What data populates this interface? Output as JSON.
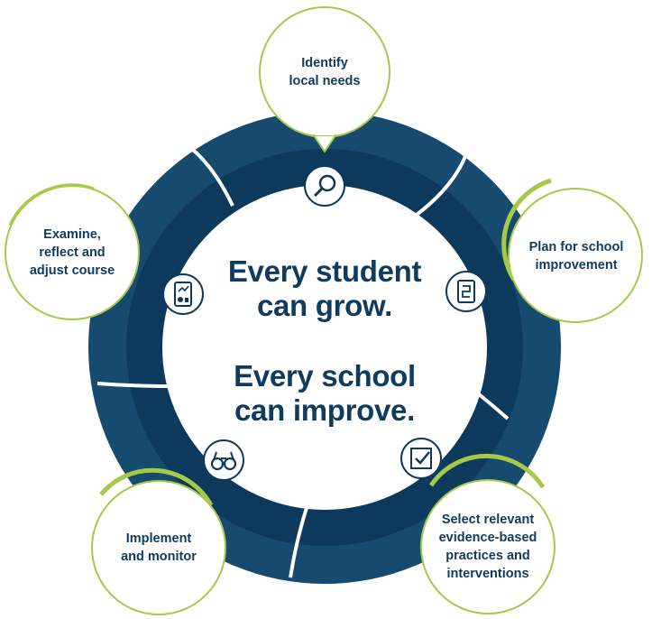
{
  "center": {
    "line1": "Every student",
    "line2": "can grow.",
    "line3": "Every school",
    "line4": "can improve."
  },
  "stages": [
    {
      "label": "Identify\nlocal needs",
      "icon": "magnifying-glass-icon"
    },
    {
      "label": "Plan for school\nimprovement",
      "icon": "flowchart-plan-icon"
    },
    {
      "label": "Select relevant\nevidence-based\npractices and\ninterventions",
      "icon": "checkbox-check-icon"
    },
    {
      "label": "Implement\nand monitor",
      "icon": "binoculars-icon"
    },
    {
      "label": "Examine,\nreflect and\nadjust course",
      "icon": "chart-report-icon"
    }
  ],
  "colors": {
    "ring_dark": "#0d3a5c",
    "ring_mid": "#174a6f",
    "accent_green": "#a6c94a",
    "text_navy": "#0f3b5e",
    "background": "#ffffff"
  }
}
